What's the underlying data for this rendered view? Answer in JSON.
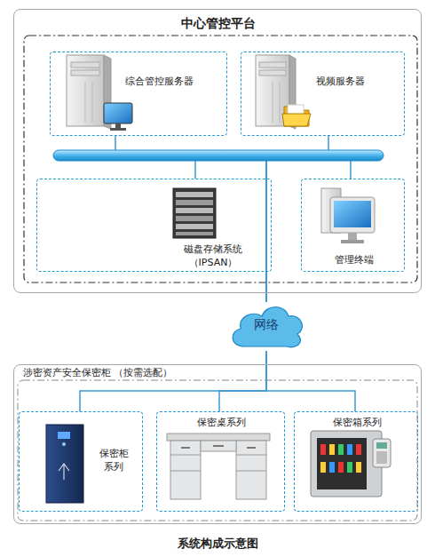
{
  "diagram": {
    "caption": "系统构成示意图",
    "nodes": [
      {
        "text": [
          "中心管控平台"
        ]
      },
      {
        "text": [
          "综合管控服务器"
        ],
        "in": 0
      },
      {
        "text": [
          "视频服务器"
        ],
        "in": 0
      },
      {
        "text": [
          "磁盘存储系统 （IPSAN）"
        ],
        "in": 0
      },
      {
        "text": [
          "管理终端"
        ],
        "in": 0
      },
      {
        "text": [
          "网络"
        ]
      },
      {
        "text": [
          "涉密资产安全保密柜 （按需选配）"
        ]
      },
      {
        "text": [
          "保密柜 系列"
        ],
        "in": 6
      },
      {
        "text": [
          "保密桌系列"
        ],
        "in": 6
      },
      {
        "text": [
          "保密箱系列"
        ],
        "in": 6
      }
    ],
    "edges": [
      {
        "from": 1,
        "to": 5,
        "arrow": "none"
      },
      {
        "from": 2,
        "to": 5,
        "arrow": "none"
      },
      {
        "from": 3,
        "to": 5,
        "arrow": "none"
      },
      {
        "from": 4,
        "to": 5,
        "arrow": "none"
      },
      {
        "from": 5,
        "to": 7,
        "arrow": "none"
      },
      {
        "from": 5,
        "to": 8,
        "arrow": "none"
      },
      {
        "from": 5,
        "to": 9,
        "arrow": "none"
      }
    ]
  }
}
